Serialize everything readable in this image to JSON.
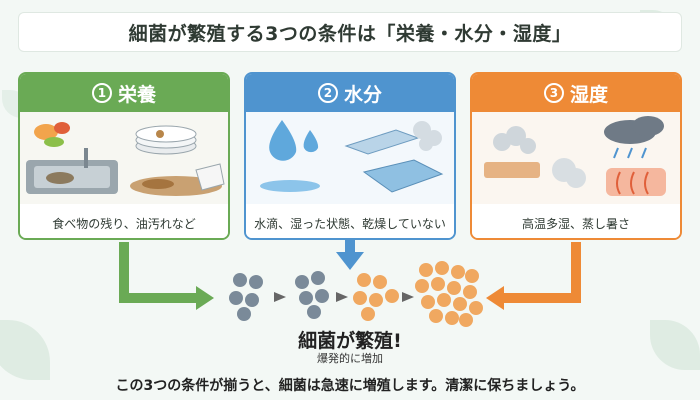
{
  "title": "細菌が繁殖する3つの条件は「栄養・水分・湿度」",
  "cards": [
    {
      "number": "1",
      "heading": "栄養",
      "caption": "食べ物の残り、油汚れなど",
      "color": "#6aaa55"
    },
    {
      "number": "2",
      "heading": "水分",
      "caption": "水滴、湿った状態、乾燥していない",
      "color": "#4f94cf"
    },
    {
      "number": "3",
      "heading": "湿度",
      "caption": "高温多湿、蒸し暑さ",
      "color": "#ee8a36"
    }
  ],
  "result": {
    "title": "細菌が繁殖!",
    "subtitle": "爆発的に増加"
  },
  "footer": "この3つの条件が揃うと、細菌は急速に増殖します。清潔に保ちましょう。",
  "icons": [
    "food-scraps-icon",
    "sink-icon",
    "dirty-dishes-icon",
    "spilled-cup-icon",
    "water-drop-icon",
    "cutting-board-icon",
    "steam-icon",
    "damp-cloth-icon",
    "steam-board-icon",
    "rain-cloud-icon",
    "heat-icon",
    "bacteria-icon"
  ],
  "colors": {
    "green": "#6aaa55",
    "blue": "#4f94cf",
    "orange": "#ee8a36",
    "bacteria_gray": "#7a8a99",
    "bacteria_orange": "#f0a860"
  }
}
